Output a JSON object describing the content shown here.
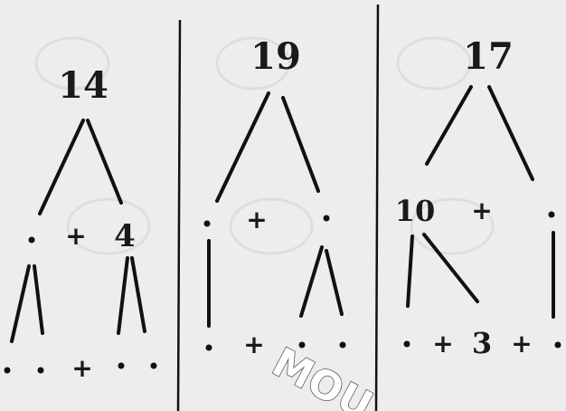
{
  "panels": [
    {
      "top": "14",
      "left_child": "",
      "right_child": "4",
      "plus_mid": "+",
      "plus_bottom": "+"
    },
    {
      "top": "19",
      "plus_mid": "+",
      "plus_bottom": "+"
    },
    {
      "top": "17",
      "left_child": "10",
      "bottom_value": "3",
      "plus_mid": "+",
      "plus_bottom_1": "+",
      "plus_bottom_2": "+"
    }
  ],
  "watermark": "MOU"
}
